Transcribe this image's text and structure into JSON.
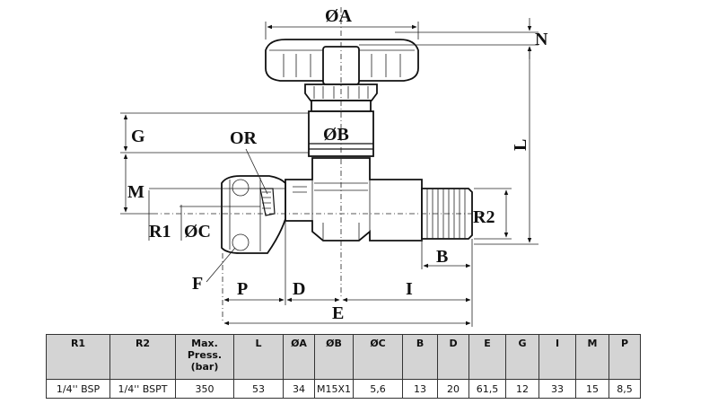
{
  "drawing": {
    "labels": {
      "dia_a": "ØA",
      "n": "N",
      "l": "L",
      "g": "G",
      "or": "OR",
      "dia_b": "ØB",
      "m": "M",
      "r1": "R1",
      "dia_c": "ØC",
      "r2": "R2",
      "b": "B",
      "f": "F",
      "p": "P",
      "d": "D",
      "i": "I",
      "e": "E"
    }
  },
  "table": {
    "headers": [
      "R1",
      "R2",
      "Max.\nPress.\n(bar)",
      "L",
      "ØA",
      "ØB",
      "ØC",
      "B",
      "D",
      "E",
      "G",
      "I",
      "M",
      "P"
    ],
    "rows": [
      [
        "1/4'' BSP",
        "1/4'' BSPT",
        "350",
        "53",
        "34",
        "M15X1",
        "5,6",
        "13",
        "20",
        "61,5",
        "12",
        "33",
        "15",
        "8,5"
      ]
    ]
  }
}
